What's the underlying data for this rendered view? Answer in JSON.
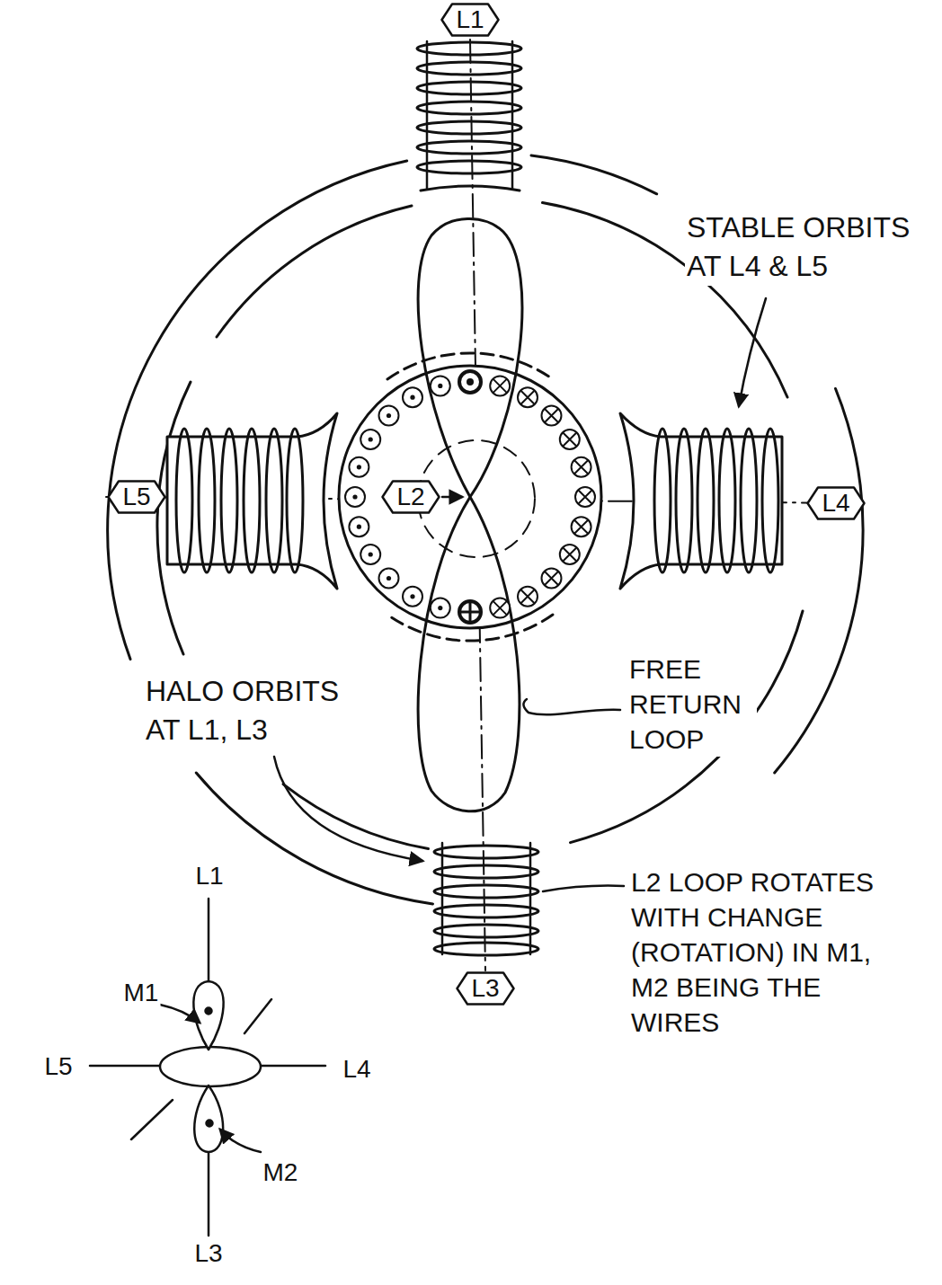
{
  "diagram": {
    "nodes": [
      {
        "text": [
          "L1"
        ]
      },
      {
        "text": [
          "L5"
        ]
      },
      {
        "text": [
          "L2"
        ]
      },
      {
        "text": [
          "L4"
        ]
      },
      {
        "text": [
          "L3"
        ]
      }
    ],
    "labels": [
      "STABLE ORBITS AT L4 & L5",
      "HALO ORBITS AT L1, L3",
      "FREE RETURN LOOP",
      "L2 LOOP ROTATES WITH CHANGE (ROTATION) IN M1, M2 BEING THE WIRES",
      "L1",
      "M1",
      "L5",
      "L4",
      "M2",
      "L3"
    ]
  }
}
